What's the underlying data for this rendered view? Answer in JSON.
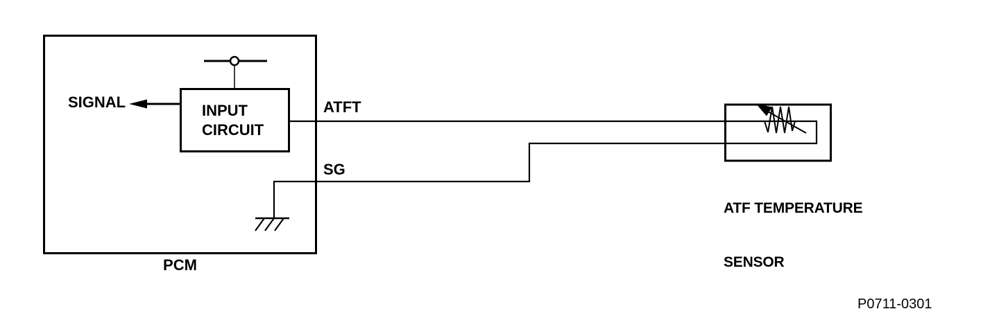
{
  "diagram": {
    "pcm_label": "PCM",
    "input_circuit": {
      "line1": "INPUT",
      "line2": "CIRCUIT"
    },
    "signal_label": "SIGNAL",
    "atft_label": "ATFT",
    "sg_label": "SG",
    "sensor_label": {
      "line1": "ATF TEMPERATURE",
      "line2": "SENSOR"
    },
    "figure_code": "P0711-0301",
    "icons": {
      "terminal": "terminal-node-icon (circle on bar)",
      "signal_arrow": "left-arrow-icon (filled triangle)",
      "ground": "chassis-ground-icon (bar with 3 hatches)",
      "thermistor": "thermistor-icon (zigzag resistor with diagonal arrow)"
    },
    "colors": {
      "line": "#000000",
      "background": "#ffffff"
    }
  }
}
